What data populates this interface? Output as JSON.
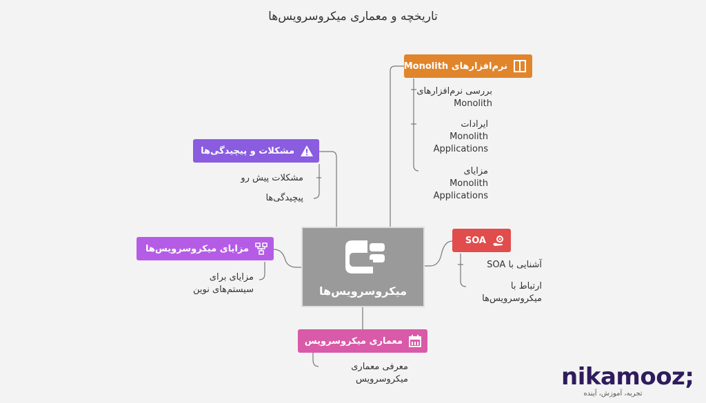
{
  "title": "تاریخچه و معماری میکروسرویس‌ها",
  "center": {
    "label": "میکروسرویس‌ها",
    "icon": "microservices-icon"
  },
  "colors": {
    "monolith": "#e0852c",
    "problems": "#8a5ce0",
    "benefits": "#b55ce6",
    "soa": "#e14c4c",
    "architecture": "#d95aa8",
    "center": "#9a9a9a",
    "line": "#777777"
  },
  "branches": {
    "monolith": {
      "label": "نرم‌افزارهای Monolith",
      "icon": "columns-icon",
      "children": [
        "بررسی نرم‌افزارهای\nMonolith",
        "ایرادات\nMonolith\nApplications",
        "مزایای\nMonolith\nApplications"
      ]
    },
    "problems": {
      "label": "مشکلات و پیچیدگی‌ها",
      "icon": "warning-icon",
      "children": [
        "مشکلات پیش رو",
        "پیچیدگی‌ها"
      ]
    },
    "benefits": {
      "label": "مزایای میکروسرویس‌ها",
      "icon": "network-icon",
      "children": [
        "مزایای برای\nسیستم‌های نوین"
      ]
    },
    "soa": {
      "label": "SOA",
      "icon": "gear-hand-icon",
      "children": [
        "آشنایی با SOA",
        "ارتباط با\nمیکروسرویس‌ها"
      ]
    },
    "architecture": {
      "label": "معماری میکروسرویس",
      "icon": "calendar-icon",
      "children": [
        "معرفی معماری\nمیکروسرویس"
      ]
    }
  },
  "brand": {
    "name": "nikamooz;",
    "tagline": "تجربه، آموزش، آینده"
  }
}
